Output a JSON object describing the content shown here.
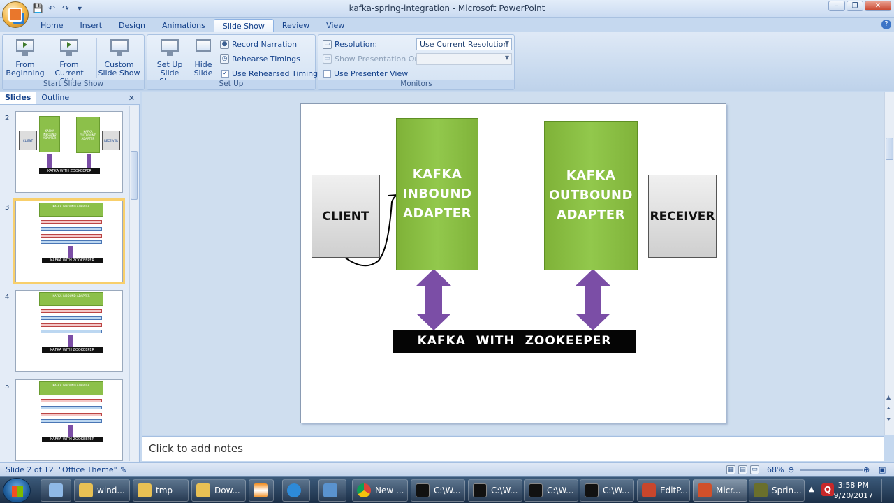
{
  "window": {
    "title": "kafka-spring-integration - Microsoft PowerPoint"
  },
  "ribbon_tabs": [
    "Home",
    "Insert",
    "Design",
    "Animations",
    "Slide Show",
    "Review",
    "View"
  ],
  "ribbon": {
    "start_slide_show": {
      "label": "Start Slide Show",
      "from_beginning": "From Beginning",
      "from_current": "From Current Slide",
      "custom": "Custom Slide Show"
    },
    "setup": {
      "label": "Set Up",
      "setup_show": "Set Up Slide Show",
      "hide_slide": "Hide Slide",
      "record_narration": "Record Narration",
      "rehearse_timings": "Rehearse Timings",
      "use_rehearsed": "Use Rehearsed Timings"
    },
    "monitors": {
      "label": "Monitors",
      "resolution_label": "Resolution:",
      "resolution_value": "Use Current Resolution",
      "show_on_label": "Show Presentation On:",
      "presenter_view": "Use Presenter View"
    }
  },
  "left_pane": {
    "tabs": [
      "Slides",
      "Outline"
    ],
    "slide_numbers": [
      "2",
      "3",
      "4",
      "5"
    ],
    "thumb_texts": {
      "inbound": "KAFKA INBOUND ADAPTER",
      "outbound": "KAFKA OUTBOUND ADAPTER",
      "client": "CLIENT",
      "receiver": "RECEIVER",
      "zk": "KAFKA WITH ZOOKEEPER"
    }
  },
  "slide": {
    "client": "CLIENT",
    "inbound": "KAFKA INBOUND ADAPTER",
    "outbound": "KAFKA OUTBOUND ADAPTER",
    "receiver": "RECEIVER",
    "zookeeper": "KAFKA   WITH   ZOOKEEPER"
  },
  "notes": {
    "placeholder": "Click to add notes"
  },
  "status": {
    "slide_info": "Slide 2 of 12",
    "theme": "\"Office Theme\"",
    "zoom": "68%"
  },
  "taskbar": {
    "items": [
      "wind...",
      "tmp",
      "Dow...",
      "",
      "",
      "New ...",
      "C:\\W...",
      "C:\\W...",
      "C:\\W...",
      "C:\\W...",
      "EditP...",
      "Micr...",
      "Sprin..."
    ],
    "time": "3:58 PM",
    "date": "9/20/2017"
  },
  "colors": {
    "accent_green": "#8cc04a",
    "purple_arrow": "#7b4ea6",
    "ribbon_blue": "#15428b"
  }
}
